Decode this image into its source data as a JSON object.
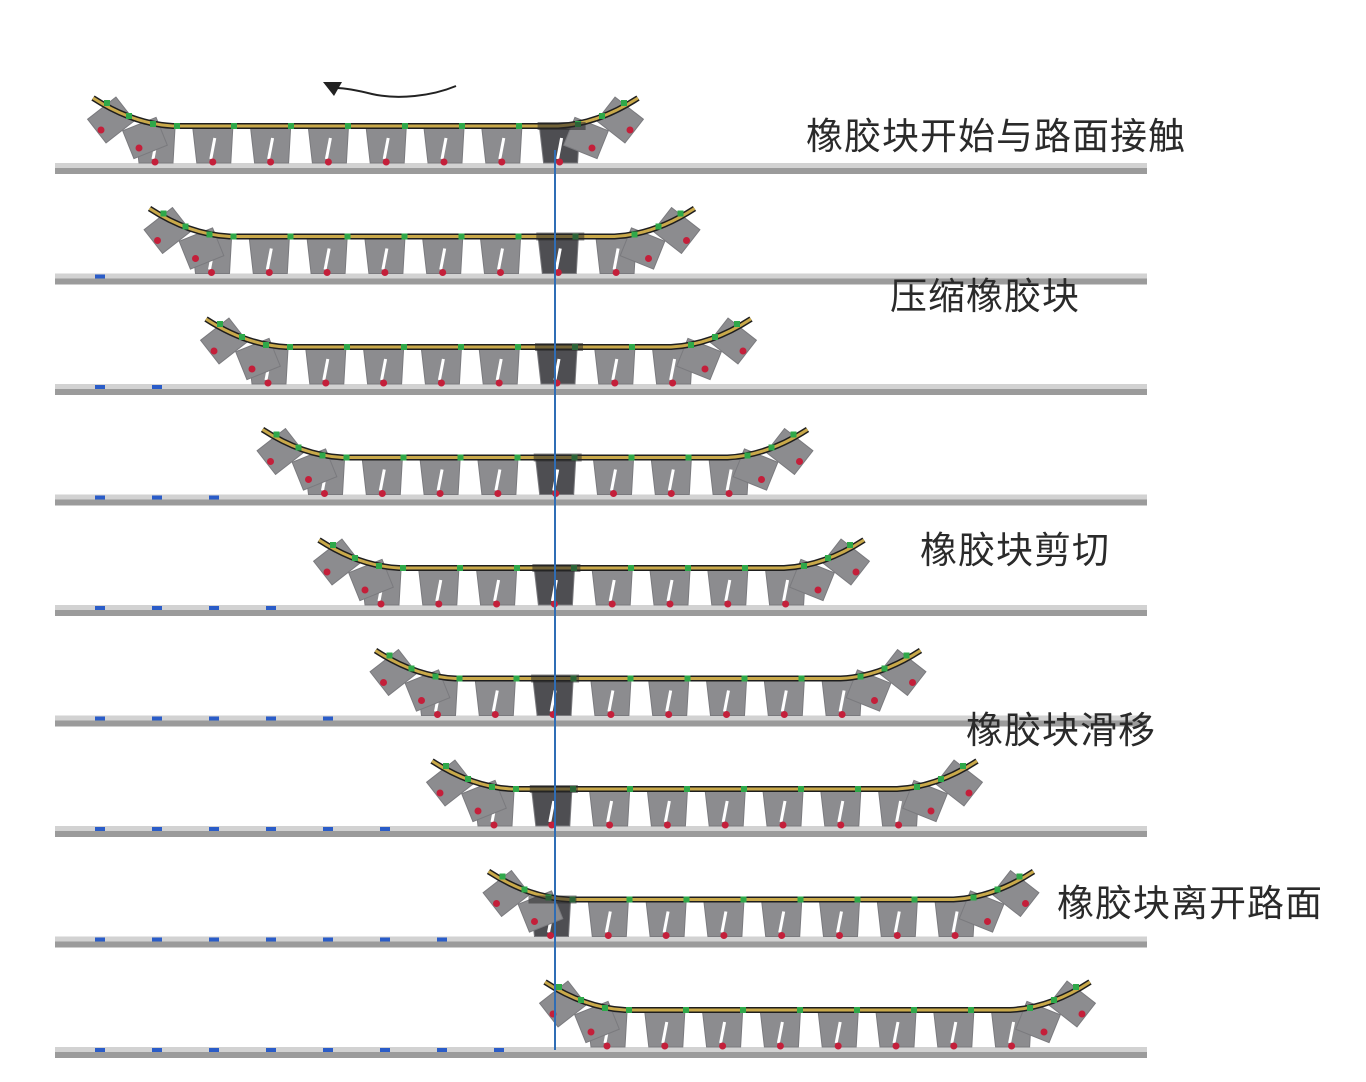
{
  "captions": [
    "橡胶块开始与路面接触",
    "压缩橡胶块",
    "橡胶块剪切",
    "橡胶块滑移",
    "橡胶块离开路面"
  ],
  "frame_count": 9,
  "colors": {
    "block": "#8c8c8f",
    "block_edge": "#7a7a7e",
    "active_block": "#4e4e52",
    "belt_core": "#c9a94a",
    "belt_edge": "#1e1e1e",
    "belt_node": "#2fa84a",
    "tip_node": "#c41f3a",
    "road_top": "#d2d2d2",
    "road_bottom": "#9b9b9b",
    "road_marker": "#2a5cc8",
    "reference_line": "#2f6db5",
    "arrow": "#222222"
  },
  "icons": {
    "rotation_arrow": "curved-arrow-icon"
  }
}
